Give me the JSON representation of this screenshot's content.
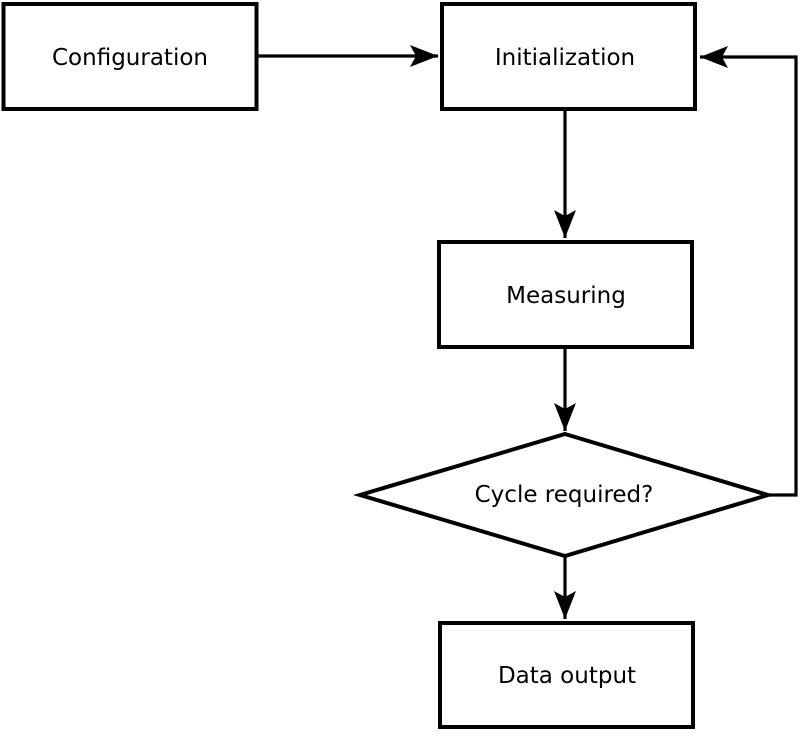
{
  "diagram": {
    "type": "flowchart",
    "nodes": {
      "configuration": {
        "label": "Configuration",
        "shape": "rectangle"
      },
      "initialization": {
        "label": "Initialization",
        "shape": "rectangle"
      },
      "measuring": {
        "label": "Measuring",
        "shape": "rectangle"
      },
      "decision": {
        "label": "Cycle required?",
        "shape": "diamond"
      },
      "data_output": {
        "label": "Data output",
        "shape": "rectangle"
      }
    },
    "edges": [
      {
        "from": "configuration",
        "to": "initialization",
        "direction": "right"
      },
      {
        "from": "initialization",
        "to": "measuring",
        "direction": "down"
      },
      {
        "from": "measuring",
        "to": "decision",
        "direction": "down"
      },
      {
        "from": "decision",
        "to": "data_output",
        "direction": "down"
      },
      {
        "from": "decision",
        "to": "initialization",
        "direction": "right-up-left",
        "kind": "feedback-loop"
      }
    ],
    "colors": {
      "stroke": "#000000",
      "shape_fill": "#ffffff",
      "text": "#000000",
      "background": "#ffffff"
    }
  }
}
